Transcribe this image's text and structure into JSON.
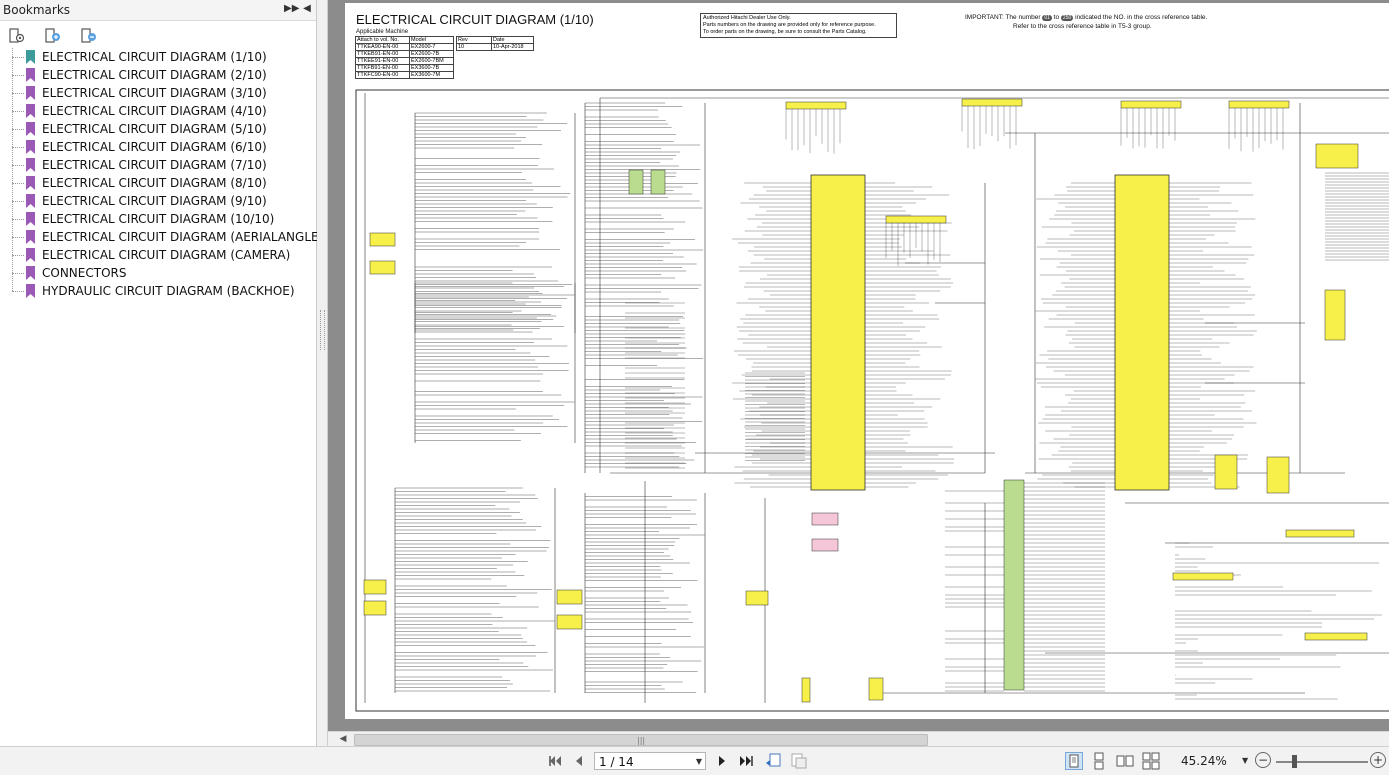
{
  "bookmarks_panel": {
    "title": "Bookmarks",
    "items": [
      {
        "label": "ELECTRICAL CIRCUIT DIAGRAM (1/10)",
        "active": true
      },
      {
        "label": "ELECTRICAL CIRCUIT DIAGRAM (2/10)"
      },
      {
        "label": "ELECTRICAL CIRCUIT DIAGRAM (3/10)"
      },
      {
        "label": "ELECTRICAL CIRCUIT DIAGRAM (4/10)"
      },
      {
        "label": "ELECTRICAL CIRCUIT DIAGRAM (5/10)"
      },
      {
        "label": "ELECTRICAL CIRCUIT DIAGRAM (6/10)"
      },
      {
        "label": "ELECTRICAL CIRCUIT DIAGRAM (7/10)"
      },
      {
        "label": "ELECTRICAL CIRCUIT DIAGRAM (8/10)"
      },
      {
        "label": "ELECTRICAL CIRCUIT DIAGRAM (9/10)"
      },
      {
        "label": "ELECTRICAL CIRCUIT DIAGRAM (10/10)"
      },
      {
        "label": "ELECTRICAL CIRCUIT DIAGRAM (AERIALANGLE)"
      },
      {
        "label": "ELECTRICAL CIRCUIT DIAGRAM (CAMERA)"
      },
      {
        "label": "CONNECTORS"
      },
      {
        "label": "HYDRAULIC CIRCUIT DIAGRAM (BACKHOE)"
      }
    ]
  },
  "document": {
    "title": "ELECTRICAL CIRCUIT DIAGRAM (1/10)",
    "applicable_label": "Applicable Machine",
    "machine_table": {
      "headers": [
        "Attach to vol. No.",
        "Model"
      ],
      "rows": [
        [
          "TTKEA90-EN-00",
          "EX2600-7"
        ],
        [
          "TTKEB91-EN-00",
          "EX2600-7B"
        ],
        [
          "TTKEE91-EN-00",
          "EX2600-7BM"
        ],
        [
          "TTKFB91-EN-00",
          "EX3600-7B"
        ],
        [
          "TTKFC90-EN-00",
          "EX3600-7M"
        ]
      ]
    },
    "rev_table": {
      "headers": [
        "Rev",
        "Date"
      ],
      "row": [
        "10",
        "10-Apr-2018"
      ]
    },
    "notice_lines": [
      "Authorized Hitachi Dealer Use Only.",
      "Parts numbers on the drawing are provided only for reference purpose.",
      "To order parts on the drawing, be sure to consult the Parts Catalog."
    ],
    "important": {
      "prefix": "IMPORTANT: The number",
      "from_badge": "01",
      "to_text": "to",
      "to_badge": "250",
      "suffix": "indicated the NO. in the cross reference table.",
      "line2": "Refer to the cross reference table in T5-3 group."
    }
  },
  "toolbar": {
    "page_value": "1 / 14",
    "zoom": "45.24%"
  },
  "colors": {
    "component_yellow": "#f7ef4a",
    "connector_green": "#b9dc8e",
    "bookmark_active": "#3d9b9b",
    "bookmark_ribbon": "#9b59b6",
    "relay_pink": "#f4c6d8"
  }
}
